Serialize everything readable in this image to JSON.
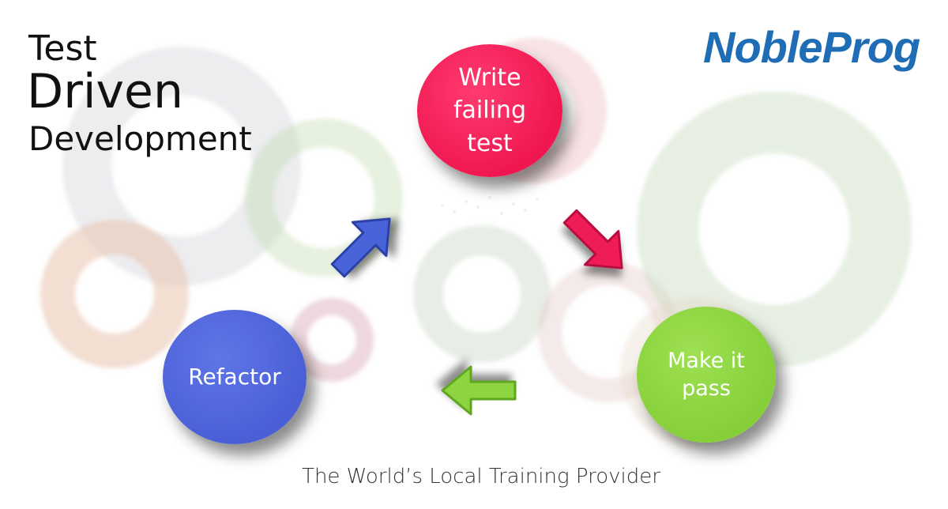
{
  "title": {
    "line1": "Test",
    "line2": "Driven",
    "line3": "Development"
  },
  "logo": "NobleProg",
  "cycle": {
    "write": "Write\nfailing\ntest",
    "make": "Make it\npass",
    "refactor": "Refactor"
  },
  "tagline": "The World’s Local Training Provider",
  "colors": {
    "write": "#f01750",
    "make": "#86cf3a",
    "refactor": "#4a5fd6",
    "logo": "#1f6db5"
  }
}
